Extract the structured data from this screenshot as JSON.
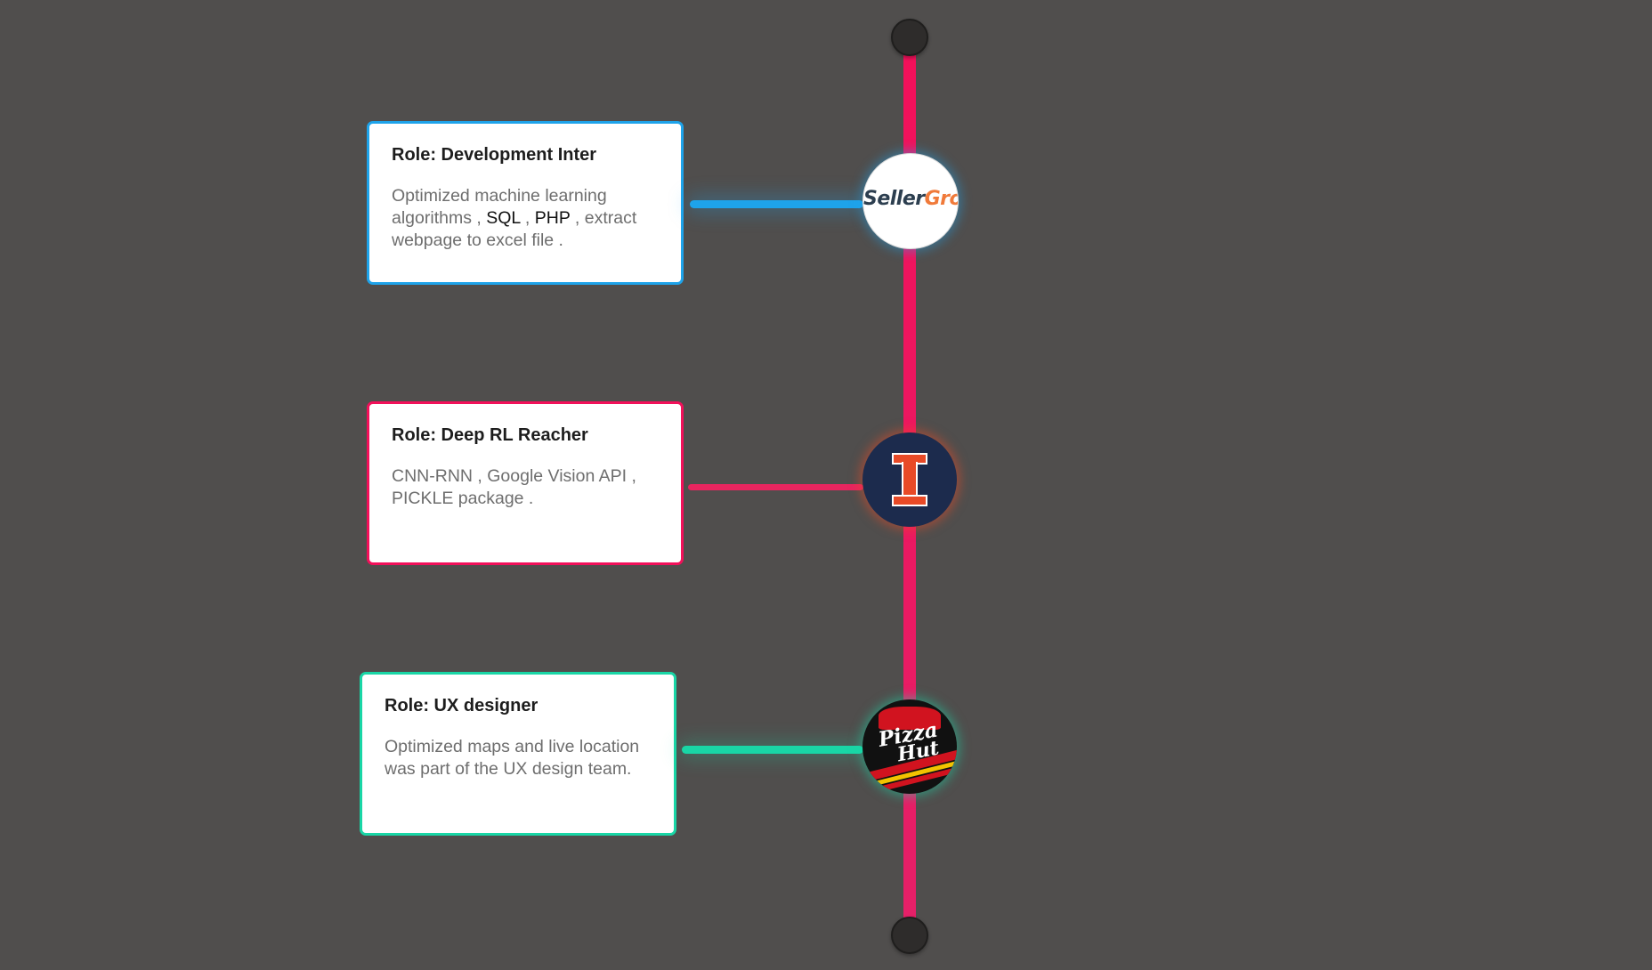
{
  "timeline": {
    "entries": [
      {
        "role": "Role: Development Inter",
        "desc_parts": [
          "Optimized machine learning algorithms , ",
          "SQL",
          " , ",
          "PHP",
          " , extract webpage to excel file ."
        ],
        "logo": "sellergro-logo",
        "logo_text_dark": "Seller",
        "logo_text_accent": "Gro",
        "accent": "#1ea3ea"
      },
      {
        "role": "Role: Deep RL Reacher",
        "desc": "CNN-RNN , Google Vision API , PICKLE package .",
        "logo": "illinois-logo",
        "logo_text": "I",
        "accent": "#f2105a"
      },
      {
        "role": "Role: UX designer",
        "desc": "Optimized maps and live location was part of the UX design team.",
        "logo": "pizza-hut-logo",
        "logo_text_line1": "Pizza",
        "logo_text_line2": "Hut",
        "accent": "#19d6a6"
      }
    ]
  }
}
